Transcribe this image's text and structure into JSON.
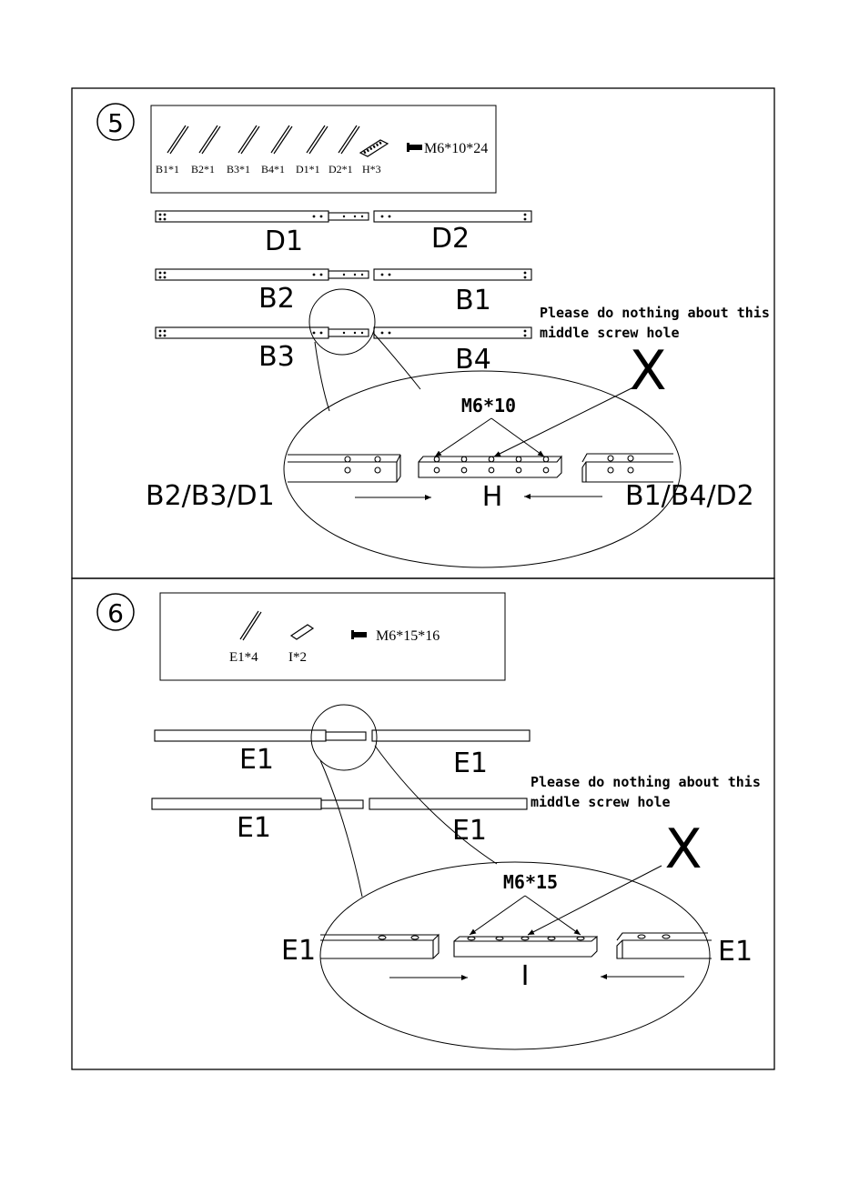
{
  "step5": {
    "number": "5",
    "parts": {
      "rods": [
        "B1*1",
        "B2*1",
        "B3*1",
        "B4*1",
        "D1*1",
        "D2*1"
      ],
      "connector": "H*3",
      "screw": "M6*10*24"
    },
    "beams": {
      "row1_left": "D1",
      "row1_right": "D2",
      "row2_left": "B2",
      "row2_right": "B1",
      "row3_left": "B3",
      "row3_right": "B4"
    },
    "note_line1": "Please do nothing about this",
    "note_line2": "middle screw hole",
    "cross": "X",
    "detail": {
      "screw_label": "M6*10",
      "left_label": "B2/B3/D1",
      "center_label": "H",
      "right_label": "B1/B4/D2"
    }
  },
  "step6": {
    "number": "6",
    "parts": {
      "rod": "E1*4",
      "connector": "I*2",
      "screw": "M6*15*16"
    },
    "beams": {
      "row1_left": "E1",
      "row1_right": "E1",
      "row2_left": "E1",
      "row2_right": "E1"
    },
    "note_line1": "Please do nothing about this",
    "note_line2": "middle screw hole",
    "cross": "X",
    "detail": {
      "screw_label": "M6*15",
      "left_label": "E1",
      "center_label": "I",
      "right_label": "E1"
    }
  }
}
